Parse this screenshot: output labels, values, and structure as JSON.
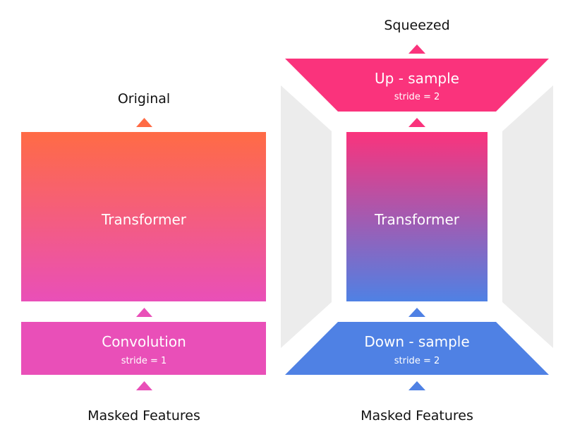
{
  "left": {
    "title": "Original",
    "transformer": "Transformer",
    "convolution": "Convolution",
    "conv_stride": "stride = 1",
    "input": "Masked Features"
  },
  "right": {
    "title": "Squeezed",
    "upsample": "Up - sample",
    "up_stride": "stride = 2",
    "transformer": "Transformer",
    "downsample": "Down - sample",
    "down_stride": "stride = 2",
    "input": "Masked Features"
  },
  "colors": {
    "orange": "#ff6b45",
    "magenta": "#e94fb8",
    "pink": "#fa337c",
    "blue": "#4f81e4",
    "side_panel": "#ececec"
  }
}
